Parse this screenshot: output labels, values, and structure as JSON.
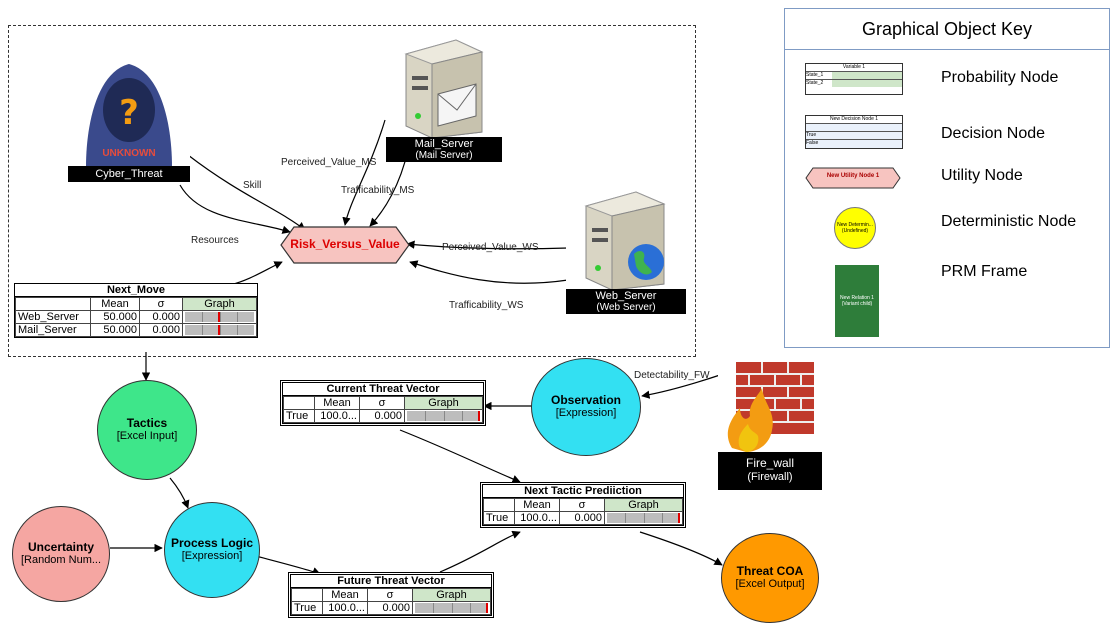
{
  "key": {
    "title": "Graphical Object Key",
    "items": [
      {
        "label": "Probability Node",
        "sample_title": "Variable 1",
        "sample_rows": [
          "State_1",
          "State_2"
        ]
      },
      {
        "label": "Decision Node",
        "sample_title": "New Decision Node 1",
        "sample_rows": [
          "True",
          "False"
        ]
      },
      {
        "label": "Utility Node",
        "sample_title": "New Utility Node 1"
      },
      {
        "label": "Deterministic Node",
        "sample_title": "New Determin... (Undefined)"
      },
      {
        "label": "PRM Frame",
        "sample_title": "New Relation 1 (Variant child)"
      }
    ]
  },
  "nodes": {
    "cyber_threat": {
      "label": "Cyber_Threat",
      "badge": "UNKNOWN"
    },
    "mail_server": {
      "label": "Mail_Server",
      "sub": "(Mail Server)"
    },
    "web_server": {
      "label": "Web_Server",
      "sub": "(Web Server)"
    },
    "fire_wall": {
      "label": "Fire_wall",
      "sub": "(Firewall)"
    },
    "risk": {
      "label": "Risk_Versus_Value"
    },
    "tactics": {
      "label": "Tactics",
      "sub": "[Excel Input]"
    },
    "observation": {
      "label": "Observation",
      "sub": "[Expression]"
    },
    "uncertainty": {
      "label": "Uncertainty",
      "sub": "[Random Num..."
    },
    "process_logic": {
      "label": "Process Logic",
      "sub": "[Expression]"
    },
    "threat_coa": {
      "label": "Threat COA",
      "sub": "[Excel Output]"
    }
  },
  "edge_labels": {
    "skill": "Skill",
    "resources": "Resources",
    "perceived_ms": "Perceived_Value_MS",
    "traff_ms": "Trafficability_MS",
    "perceived_ws": "Perceived_Value_WS",
    "traff_ws": "Trafficability_WS",
    "detect": "Detectability_FW"
  },
  "tables": {
    "next_move": {
      "title": "Next_Move",
      "headers": [
        "Mean",
        "σ",
        "Graph"
      ],
      "rows": [
        {
          "state": "Web_Server",
          "mean": "50.000",
          "sd": "0.000",
          "fill": 0.5
        },
        {
          "state": "Mail_Server",
          "mean": "50.000",
          "sd": "0.000",
          "fill": 0.5
        }
      ]
    },
    "current_vector": {
      "title": "Current Threat Vector",
      "headers": [
        "Mean",
        "σ",
        "Graph"
      ],
      "rows": [
        {
          "state": "True",
          "mean": "100.0...",
          "sd": "0.000",
          "fill": 1.0
        }
      ]
    },
    "next_tactic": {
      "title": "Next Tactic Prediiction",
      "headers": [
        "Mean",
        "σ",
        "Graph"
      ],
      "rows": [
        {
          "state": "True",
          "mean": "100.0...",
          "sd": "0.000",
          "fill": 1.0
        }
      ]
    },
    "future_vector": {
      "title": "Future Threat Vector",
      "headers": [
        "Mean",
        "σ",
        "Graph"
      ],
      "rows": [
        {
          "state": "True",
          "mean": "100.0...",
          "sd": "0.000",
          "fill": 1.0
        }
      ]
    }
  },
  "colors": {
    "tactics": "#3ee68a",
    "observation": "#33e0f2",
    "process_logic": "#33e0f2",
    "uncertainty": "#f5a6a2",
    "threat_coa": "#ff9900",
    "risk": "#f7c4c0",
    "prm": "#2e7d3a",
    "deterministic": "#ffff00",
    "key_border": "#7f9bc4"
  }
}
